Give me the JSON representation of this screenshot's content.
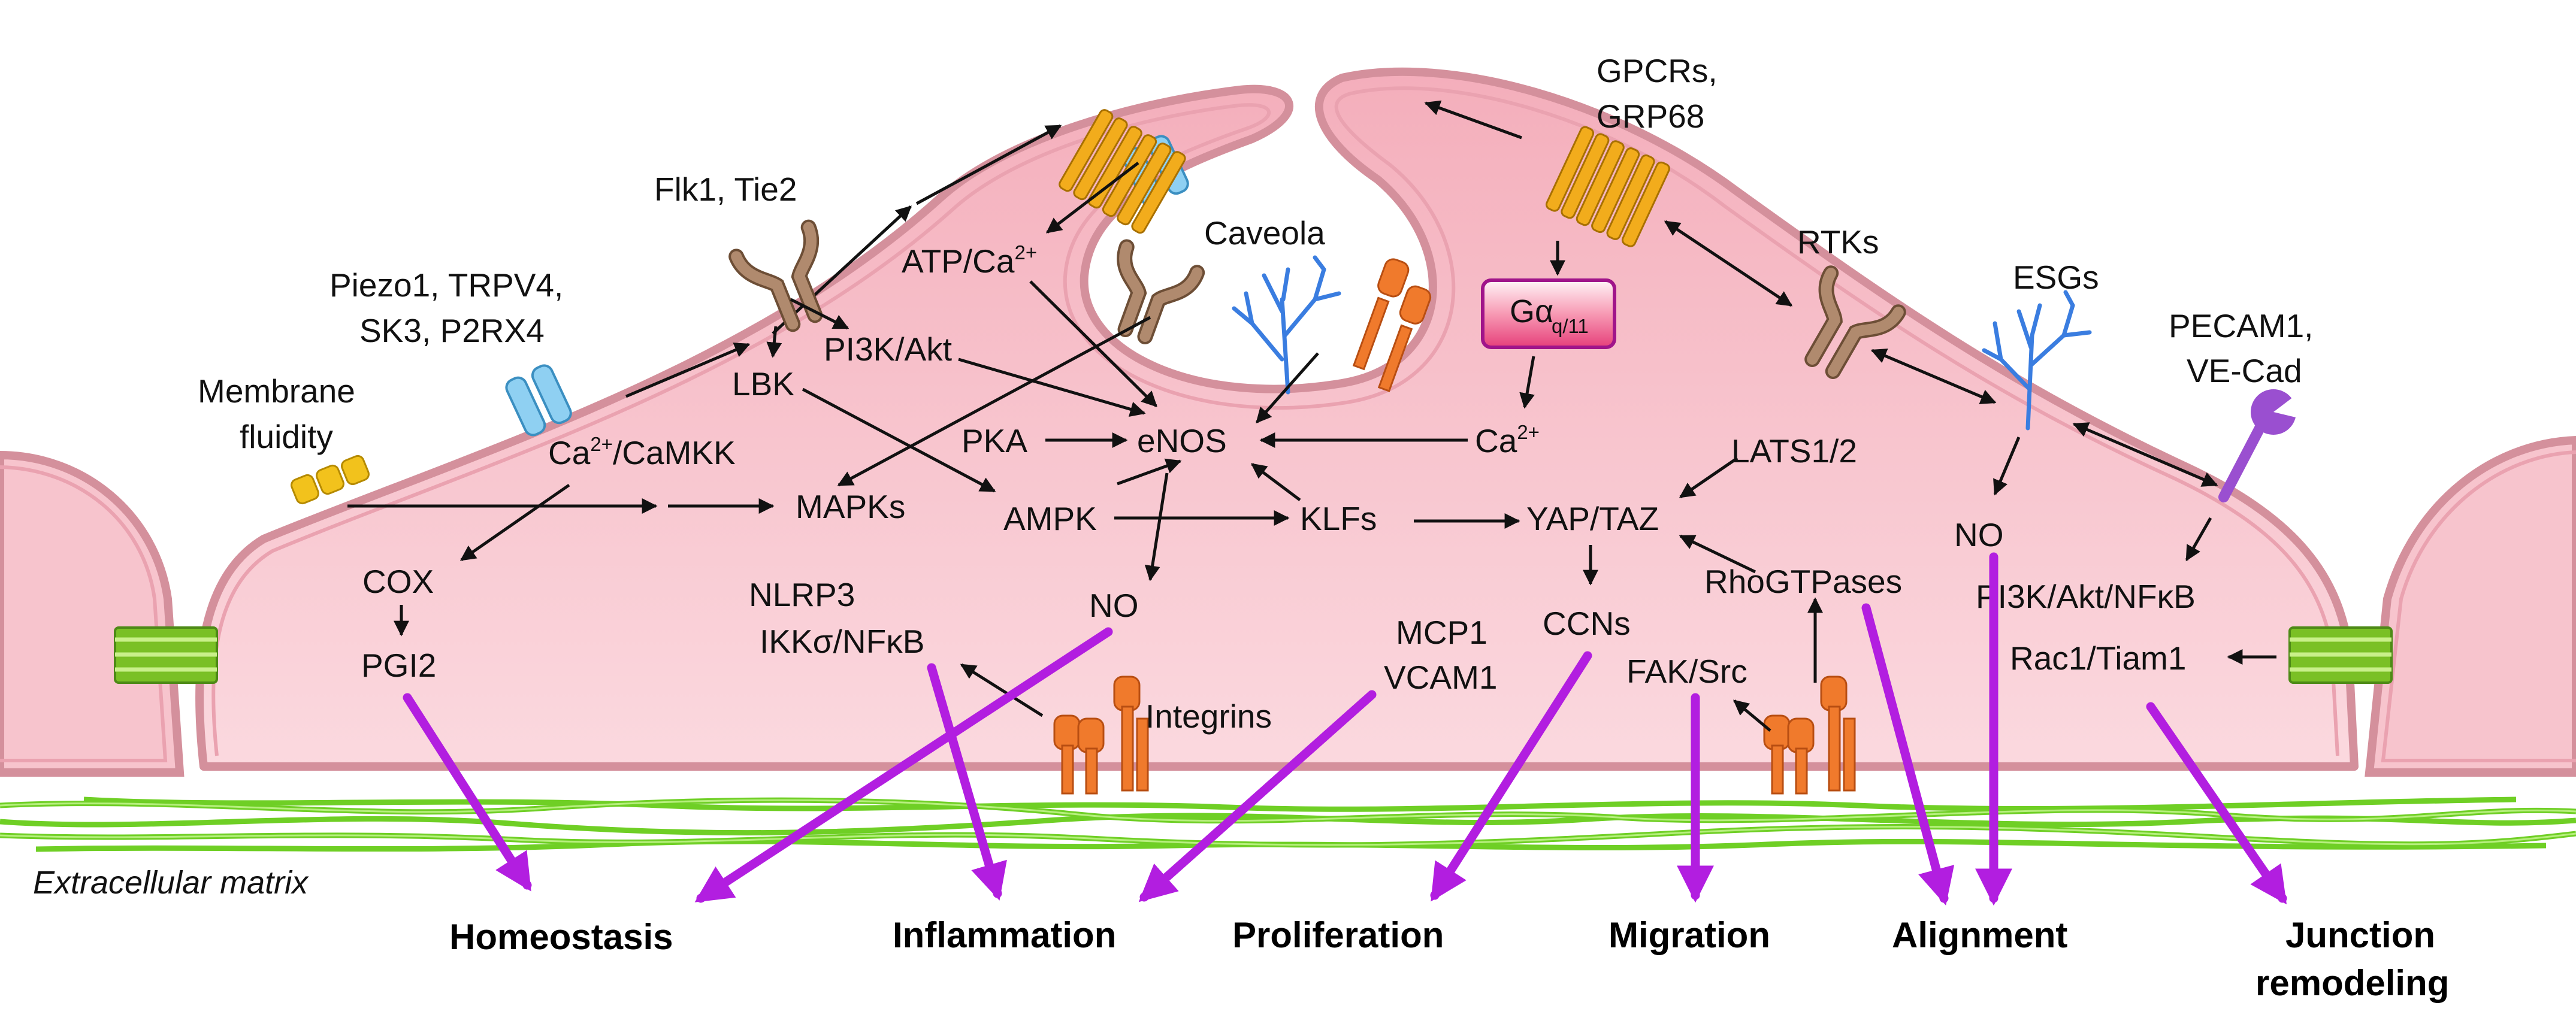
{
  "labels": {
    "membrane_fluidity_1": "Membrane",
    "membrane_fluidity_2": "fluidity",
    "piezo_1": "Piezo1, TRPV4,",
    "piezo_2": "SK3, P2RX4",
    "flk": "Flk1, Tie2",
    "atp": "ATP/Ca",
    "atp_sup": "2+",
    "caveola": "Caveola",
    "gpcr_1": "GPCRs,",
    "gpcr_2": "GRP68",
    "galpha": "Gα",
    "galpha_sub": "q/11",
    "rtks": "RTKs",
    "esgs": "ESGs",
    "pecam_1": "PECAM1,",
    "pecam_2": "VE-Cad",
    "ca_camkk_a": "Ca",
    "ca_camkk_sup": "2+",
    "ca_camkk_b": "/CaMKK",
    "pi3k_akt": "PI3K/Akt",
    "lbk": "LBK",
    "pka": "PKA",
    "enos": "eNOS",
    "ca_right": "Ca",
    "ca_right_sup": "2+",
    "lats": "LATS1/2",
    "mapks": "MAPKs",
    "ampk": "AMPK",
    "klfs": "KLFs",
    "yap_taz": "YAP/TAZ",
    "cox": "COX",
    "pgi2": "PGI2",
    "nlrp3": "NLRP3",
    "ikk": "IKKσ/NFκB",
    "no_center": "NO",
    "mcp1": "MCP1",
    "vcam1": "VCAM1",
    "ccns": "CCNs",
    "rhogtpases": "RhoGTPases",
    "fak_src": "FAK/Src",
    "no_right": "NO",
    "pi3k_akt_nfkb": "PI3K/Akt/NFκB",
    "rac1": "Rac1/Tiam1",
    "integrins": "Integrins",
    "ecm": "Extracellular matrix"
  },
  "outcomes": {
    "homeostasis": "Homeostasis",
    "inflammation": "Inflammation",
    "proliferation": "Proliferation",
    "migration": "Migration",
    "alignment": "Alignment",
    "junction_1": "Junction",
    "junction_2": "remodeling"
  },
  "colors": {
    "cell_fill": "#f7c4cd",
    "cell_edge": "#d4909c",
    "outcome_arrow": "#b21ee0",
    "ecm_fiber": "#6fcf25",
    "junction": "#7ac025",
    "channel": "#8fd0f2",
    "receptor_brown": "#b08a6e",
    "gpcr": "#f2ac1c",
    "integrin": "#f07a2c",
    "glycocalyx": "#3a7de0",
    "pecam": "#9a4fd0"
  }
}
